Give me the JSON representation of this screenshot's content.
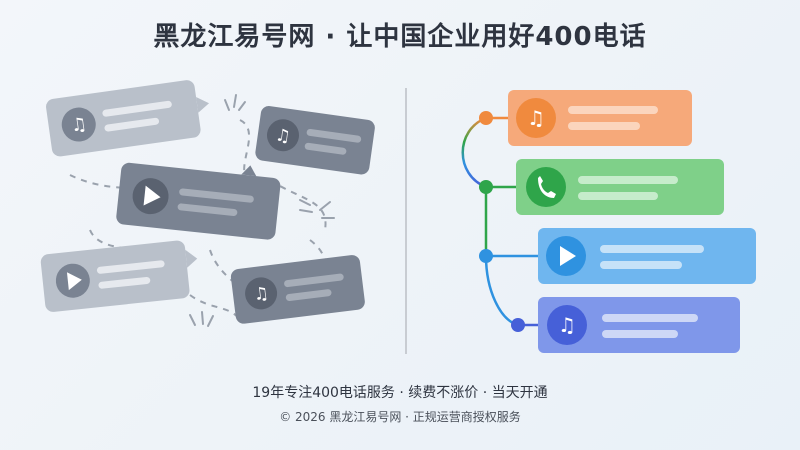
{
  "page": {
    "title": "黑龙江易号网 · 让中国企业用好400电话",
    "tagline": "19年专注400电话服务 · 续费不涨价 · 当天开通",
    "footer": "© 2026 黑龙江易号网 · 正规运营商授权服务"
  },
  "icons": {
    "left_cards": [
      "music-note-icon",
      "music-note-icon",
      "play-icon",
      "play-icon",
      "music-note-icon"
    ],
    "right_cards": [
      "music-note-icon",
      "phone-icon",
      "play-icon",
      "music-note-icon"
    ]
  },
  "colors": {
    "left_card_light": "#b9c0ca",
    "left_card_dark": "#7a8392",
    "orange": "#f6a97a",
    "orange_dark": "#f08a3e",
    "green": "#7fd089",
    "green_dark": "#2fa54a",
    "sky": "#6fb6ef",
    "sky_dark": "#2f92e0",
    "indigo": "#7f97ea",
    "indigo_dark": "#4660d8"
  }
}
